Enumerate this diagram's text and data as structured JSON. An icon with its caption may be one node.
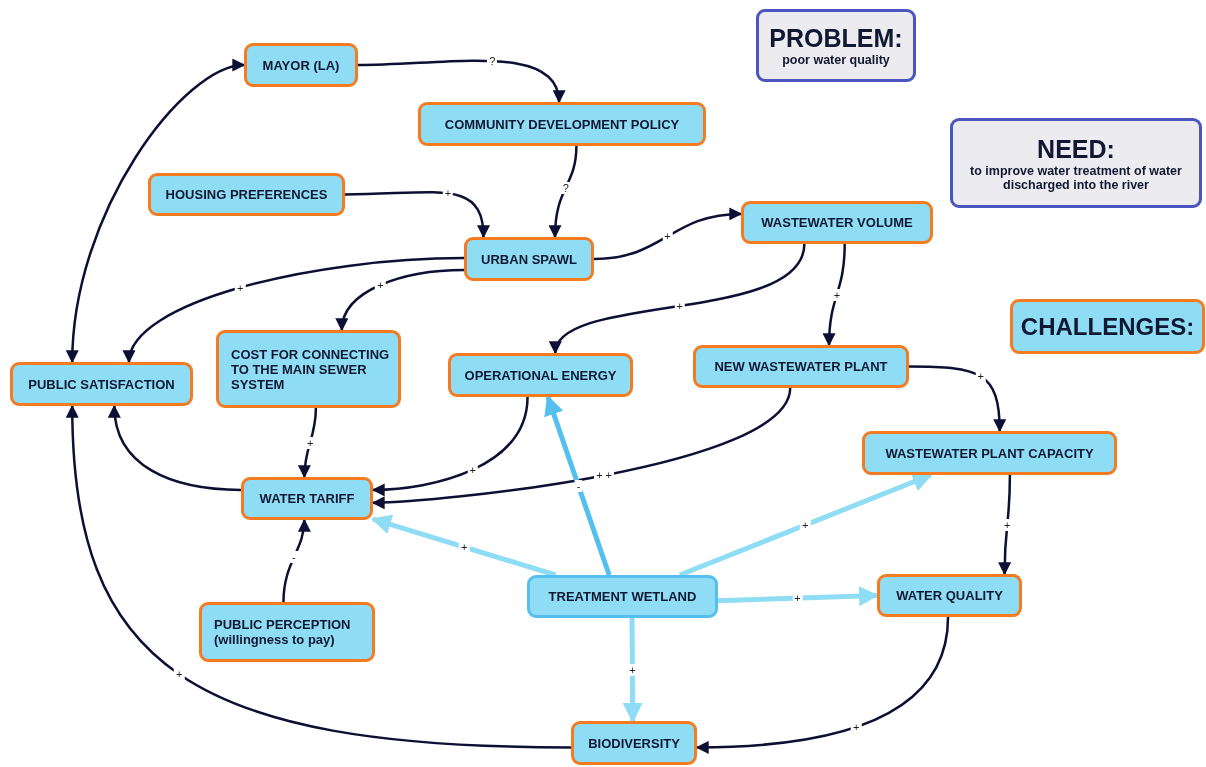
{
  "diagram": {
    "nodes": [
      {
        "text": [
          "MAYOR (LA)"
        ]
      },
      {
        "text": [
          "COMMUNITY DEVELOPMENT POLICY"
        ]
      },
      {
        "text": [
          "HOUSING PREFERENCES"
        ]
      },
      {
        "text": [
          "URBAN SPAWL"
        ]
      },
      {
        "text": [
          "WASTEWATER VOLUME"
        ]
      },
      {
        "text": [
          "PROBLEM:",
          "poor water quality"
        ]
      },
      {
        "text": [
          "NEED:",
          "to improve water treatment of water discharged into the river"
        ]
      },
      {
        "text": [
          "CHALLENGES:"
        ]
      },
      {
        "text": [
          "PUBLIC SATISFACTION"
        ]
      },
      {
        "text": [
          "COST FOR CONNECTING TO THE MAIN SEWER SYSTEM"
        ]
      },
      {
        "text": [
          "OPERATIONAL ENERGY"
        ]
      },
      {
        "text": [
          "NEW WASTEWATER PLANT"
        ]
      },
      {
        "text": [
          "WASTEWATER PLANT CAPACITY"
        ]
      },
      {
        "text": [
          "WATER TARIFF"
        ]
      },
      {
        "text": [
          "PUBLIC PERCEPTION (willingness to pay)"
        ]
      },
      {
        "text": [
          "TREATMENT WETLAND"
        ]
      },
      {
        "text": [
          "WATER QUALITY"
        ]
      },
      {
        "text": [
          "BIODIVERSITY"
        ]
      }
    ],
    "edges": [
      {
        "from": 0,
        "to": 1,
        "arrow": "to",
        "label": "?"
      },
      {
        "from": 1,
        "to": 3,
        "arrow": "to",
        "label": "?"
      },
      {
        "from": 2,
        "to": 3,
        "arrow": "to",
        "label": "+"
      },
      {
        "from": 3,
        "to": 4,
        "arrow": "to",
        "label": "+"
      },
      {
        "from": 3,
        "to": 8,
        "arrow": "to",
        "label": "+"
      },
      {
        "from": 3,
        "to": 9,
        "arrow": "to",
        "label": "+"
      },
      {
        "from": 4,
        "to": 10,
        "arrow": "to",
        "label": "+"
      },
      {
        "from": 4,
        "to": 11,
        "arrow": "to",
        "label": "+"
      },
      {
        "from": 11,
        "to": 12,
        "arrow": "to",
        "label": "+"
      },
      {
        "from": 11,
        "to": 13,
        "arrow": "to",
        "label": "+ +"
      },
      {
        "from": 10,
        "to": 13,
        "arrow": "to",
        "label": "+"
      },
      {
        "from": 9,
        "to": 13,
        "arrow": "to",
        "label": "+"
      },
      {
        "from": 13,
        "to": 8,
        "arrow": "to"
      },
      {
        "from": 8,
        "to": 0,
        "arrow": "both"
      },
      {
        "from": 14,
        "to": 13,
        "arrow": "to",
        "label": "-"
      },
      {
        "from": 17,
        "to": 8,
        "arrow": "to",
        "label": "+"
      },
      {
        "from": 15,
        "to": 13,
        "arrow": "to",
        "label": "+",
        "style": "thick",
        "color": "#8fdcf5"
      },
      {
        "from": 15,
        "to": 10,
        "arrow": "to",
        "label": "-",
        "style": "thick",
        "color": "#55c0ef"
      },
      {
        "from": 15,
        "to": 12,
        "arrow": "to",
        "label": "+",
        "style": "thick",
        "color": "#8fdcf5"
      },
      {
        "from": 15,
        "to": 16,
        "arrow": "to",
        "label": "+",
        "style": "thick",
        "color": "#8fdcf5"
      },
      {
        "from": 15,
        "to": 17,
        "arrow": "to",
        "label": "+",
        "style": "thick",
        "color": "#8fdcf5"
      },
      {
        "from": 12,
        "to": 16,
        "arrow": "to",
        "label": "+"
      },
      {
        "from": 16,
        "to": 17,
        "arrow": "to",
        "label": "+"
      }
    ]
  }
}
